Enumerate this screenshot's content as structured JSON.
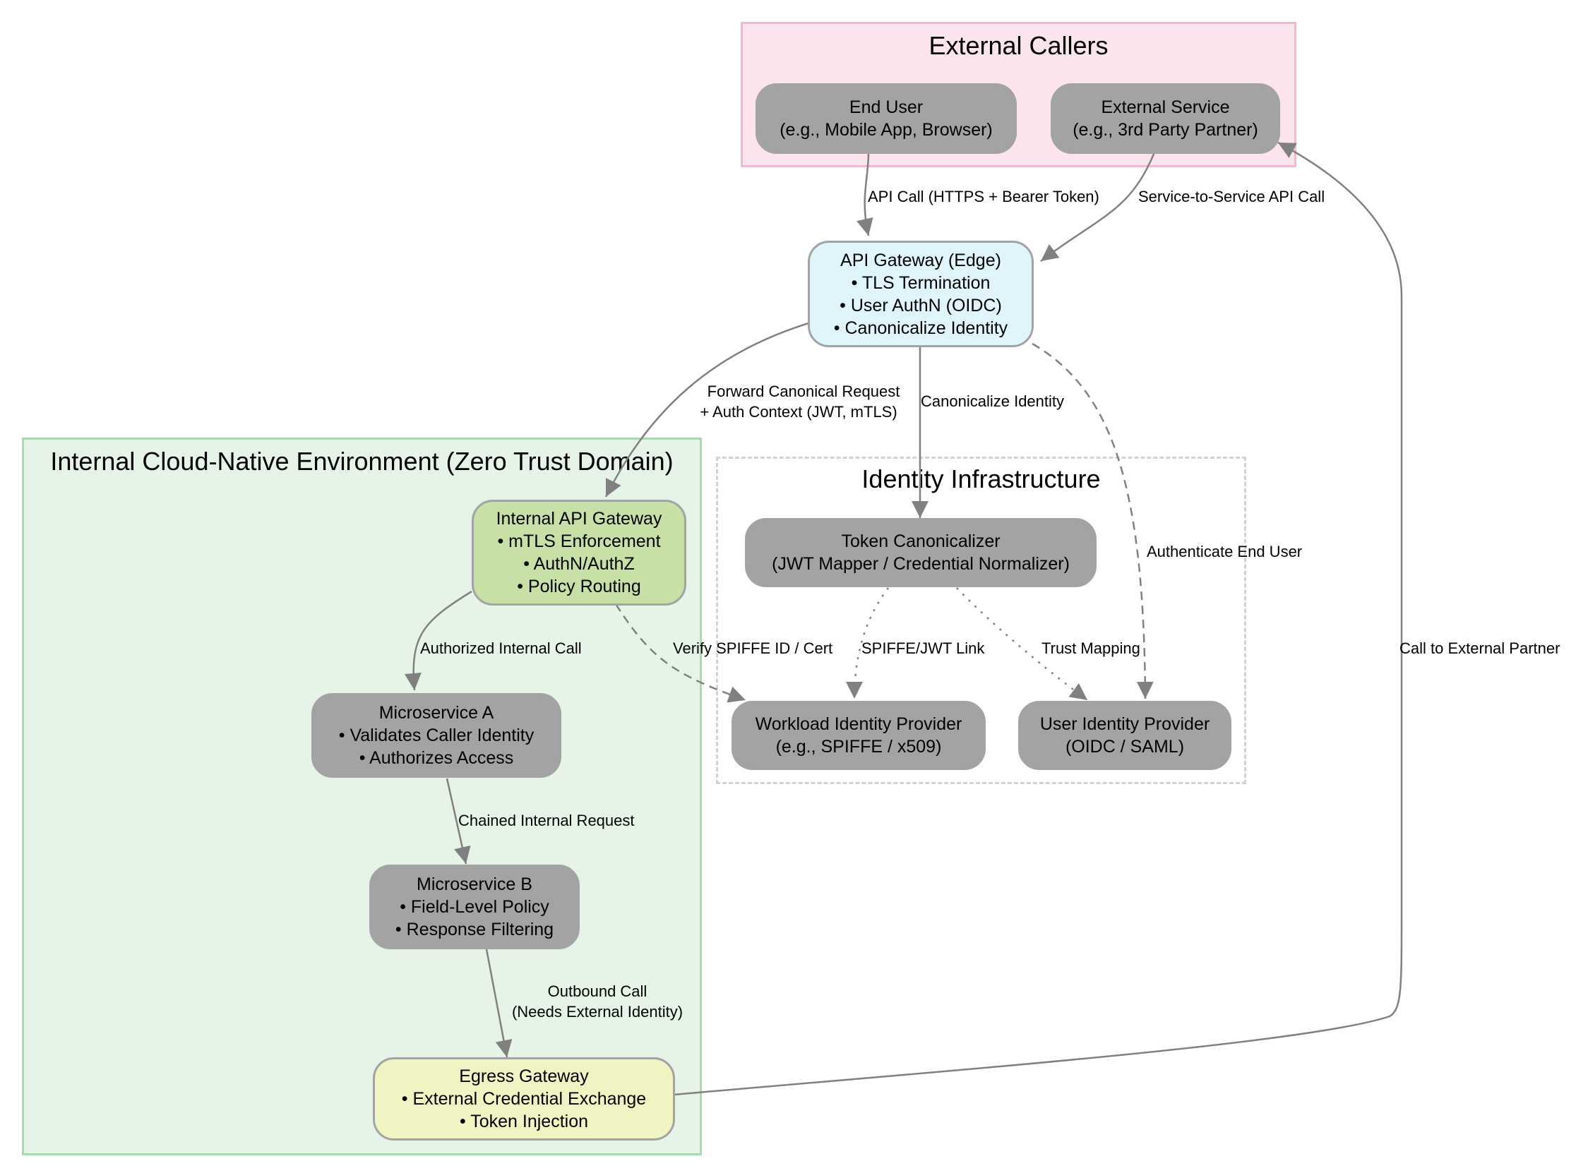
{
  "clusters": {
    "external_callers": {
      "title": "External Callers",
      "fill": "#fbe4ee",
      "border": "#f2b8cf"
    },
    "internal_env": {
      "title": "Internal Cloud-Native Environment (Zero Trust Domain)",
      "fill": "#e6f4e8",
      "border": "#a9d9b0"
    },
    "identity_infra": {
      "title": "Identity Infrastructure",
      "border": "#d2d2d2"
    }
  },
  "nodes": {
    "end_user": {
      "lines": [
        "End User",
        "(e.g., Mobile App, Browser)"
      ],
      "fill": "#a3a3a3"
    },
    "external_service": {
      "lines": [
        "External Service",
        "(e.g., 3rd Party Partner)"
      ],
      "fill": "#a3a3a3"
    },
    "api_gateway": {
      "lines": [
        "API Gateway (Edge)",
        "• TLS Termination",
        "• User AuthN (OIDC)",
        "• Canonicalize Identity"
      ],
      "fill": "#e0f4fc"
    },
    "internal_gateway": {
      "lines": [
        "Internal API Gateway",
        "• mTLS Enforcement",
        "• AuthN/AuthZ",
        "• Policy Routing"
      ],
      "fill": "#c6e0a5"
    },
    "microservice_a": {
      "lines": [
        "Microservice A",
        "• Validates Caller Identity",
        "• Authorizes Access"
      ],
      "fill": "#a3a3a3"
    },
    "microservice_b": {
      "lines": [
        "Microservice B",
        "• Field-Level Policy",
        "• Response Filtering"
      ],
      "fill": "#a3a3a3"
    },
    "egress_gateway": {
      "lines": [
        "Egress Gateway",
        "• External Credential Exchange",
        "• Token Injection"
      ],
      "fill": "#f0f4c3"
    },
    "token_canonicalizer": {
      "lines": [
        "Token Canonicalizer",
        "(JWT Mapper / Credential Normalizer)"
      ],
      "fill": "#a3a3a3"
    },
    "workload_idp": {
      "lines": [
        "Workload Identity Provider",
        "(e.g., SPIFFE / x509)"
      ],
      "fill": "#a3a3a3"
    },
    "user_idp": {
      "lines": [
        "User Identity Provider",
        "(OIDC / SAML)"
      ],
      "fill": "#a3a3a3"
    }
  },
  "edges": [
    {
      "id": "api-call",
      "from": "End User",
      "to": "API Gateway (Edge)",
      "style": "solid",
      "label": [
        "API Call (HTTPS + Bearer Token)"
      ]
    },
    {
      "id": "s2s-call",
      "from": "External Service",
      "to": "API Gateway (Edge)",
      "style": "solid",
      "label": [
        "Service-to-Service API Call"
      ]
    },
    {
      "id": "forward",
      "from": "API Gateway (Edge)",
      "to": "Internal API Gateway",
      "style": "solid",
      "label": [
        "Forward Canonical Request",
        "+ Auth Context (JWT, mTLS)"
      ]
    },
    {
      "id": "canonicalize",
      "from": "API Gateway (Edge)",
      "to": "Token Canonicalizer",
      "style": "solid",
      "label": [
        "Canonicalize Identity"
      ]
    },
    {
      "id": "authenticate",
      "from": "API Gateway (Edge)",
      "to": "User Identity Provider",
      "style": "dashed",
      "label": [
        "Authenticate End User"
      ]
    },
    {
      "id": "authorized",
      "from": "Internal API Gateway",
      "to": "Microservice A",
      "style": "solid",
      "label": [
        "Authorized Internal Call"
      ]
    },
    {
      "id": "verify",
      "from": "Internal API Gateway",
      "to": "Workload Identity Provider",
      "style": "dashed",
      "label": [
        "Verify SPIFFE ID / Cert"
      ]
    },
    {
      "id": "spiffe-link",
      "from": "Token Canonicalizer",
      "to": "Workload Identity Provider",
      "style": "dotted",
      "label": [
        "SPIFFE/JWT Link"
      ]
    },
    {
      "id": "trust-mapping",
      "from": "Token Canonicalizer",
      "to": "User Identity Provider",
      "style": "dotted",
      "label": [
        "Trust Mapping"
      ]
    },
    {
      "id": "chained",
      "from": "Microservice A",
      "to": "Microservice B",
      "style": "solid",
      "label": [
        "Chained Internal Request"
      ]
    },
    {
      "id": "outbound",
      "from": "Microservice B",
      "to": "Egress Gateway",
      "style": "solid",
      "label": [
        "Outbound Call",
        "(Needs External Identity)"
      ]
    },
    {
      "id": "external-partner",
      "from": "Egress Gateway",
      "to": "External Service",
      "style": "solid",
      "label": [
        "Call to External Partner"
      ]
    }
  ],
  "colors": {
    "edge": "#808080",
    "node_border": "#a3a3a3"
  }
}
